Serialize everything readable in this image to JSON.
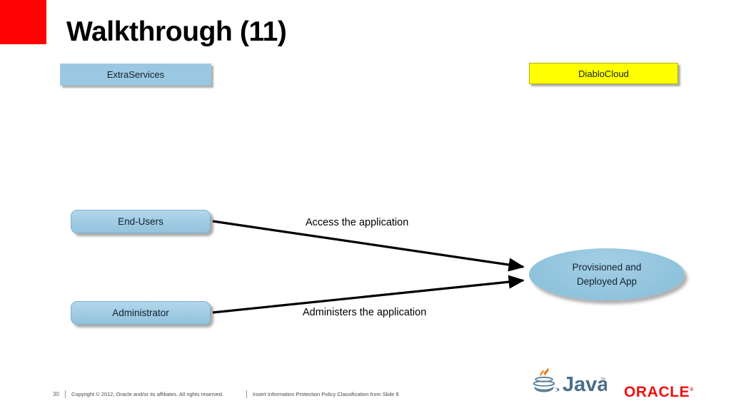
{
  "slide": {
    "title": "Walkthrough (11)",
    "marker_color": "#fc0202"
  },
  "boxes": {
    "extra_services": {
      "label": "ExtraServices",
      "fill": "#9ac8e2",
      "shape": "rectangle"
    },
    "diablo_cloud": {
      "label": "DiabloCloud",
      "fill": "#ffff00",
      "border": "#b3b300",
      "shape": "rectangle"
    },
    "end_users": {
      "label": "End-Users",
      "fill": "#a3cde4",
      "shape": "rounded-rectangle"
    },
    "administrator": {
      "label": "Administrator",
      "fill": "#a3cde4",
      "shape": "rounded-rectangle"
    },
    "provisioned_app": {
      "label_line_1": "Provisioned and",
      "label_line_2": "Deployed App",
      "fill": "#93c5de",
      "shape": "ellipse"
    }
  },
  "arrows": [
    {
      "from": "end_users",
      "to": "provisioned_app",
      "caption": "Access the application",
      "color": "#000000"
    },
    {
      "from": "administrator",
      "to": "provisioned_app",
      "caption": "Administers the application",
      "color": "#000000"
    }
  ],
  "footer": {
    "page_number": "30",
    "copyright": "Copyright © 2012, Oracle and/or its affiliates. All rights reserved.",
    "classification": "Insert Information Protection Policy Classification from Slide 8"
  },
  "logos": {
    "java": {
      "wordmark": "Java",
      "trademark": "™",
      "text_color": "#4a6e8a",
      "steam_color": "#e8761a"
    },
    "oracle": {
      "wordmark": "ORACLE",
      "registered": "®",
      "color": "#f01010"
    }
  }
}
